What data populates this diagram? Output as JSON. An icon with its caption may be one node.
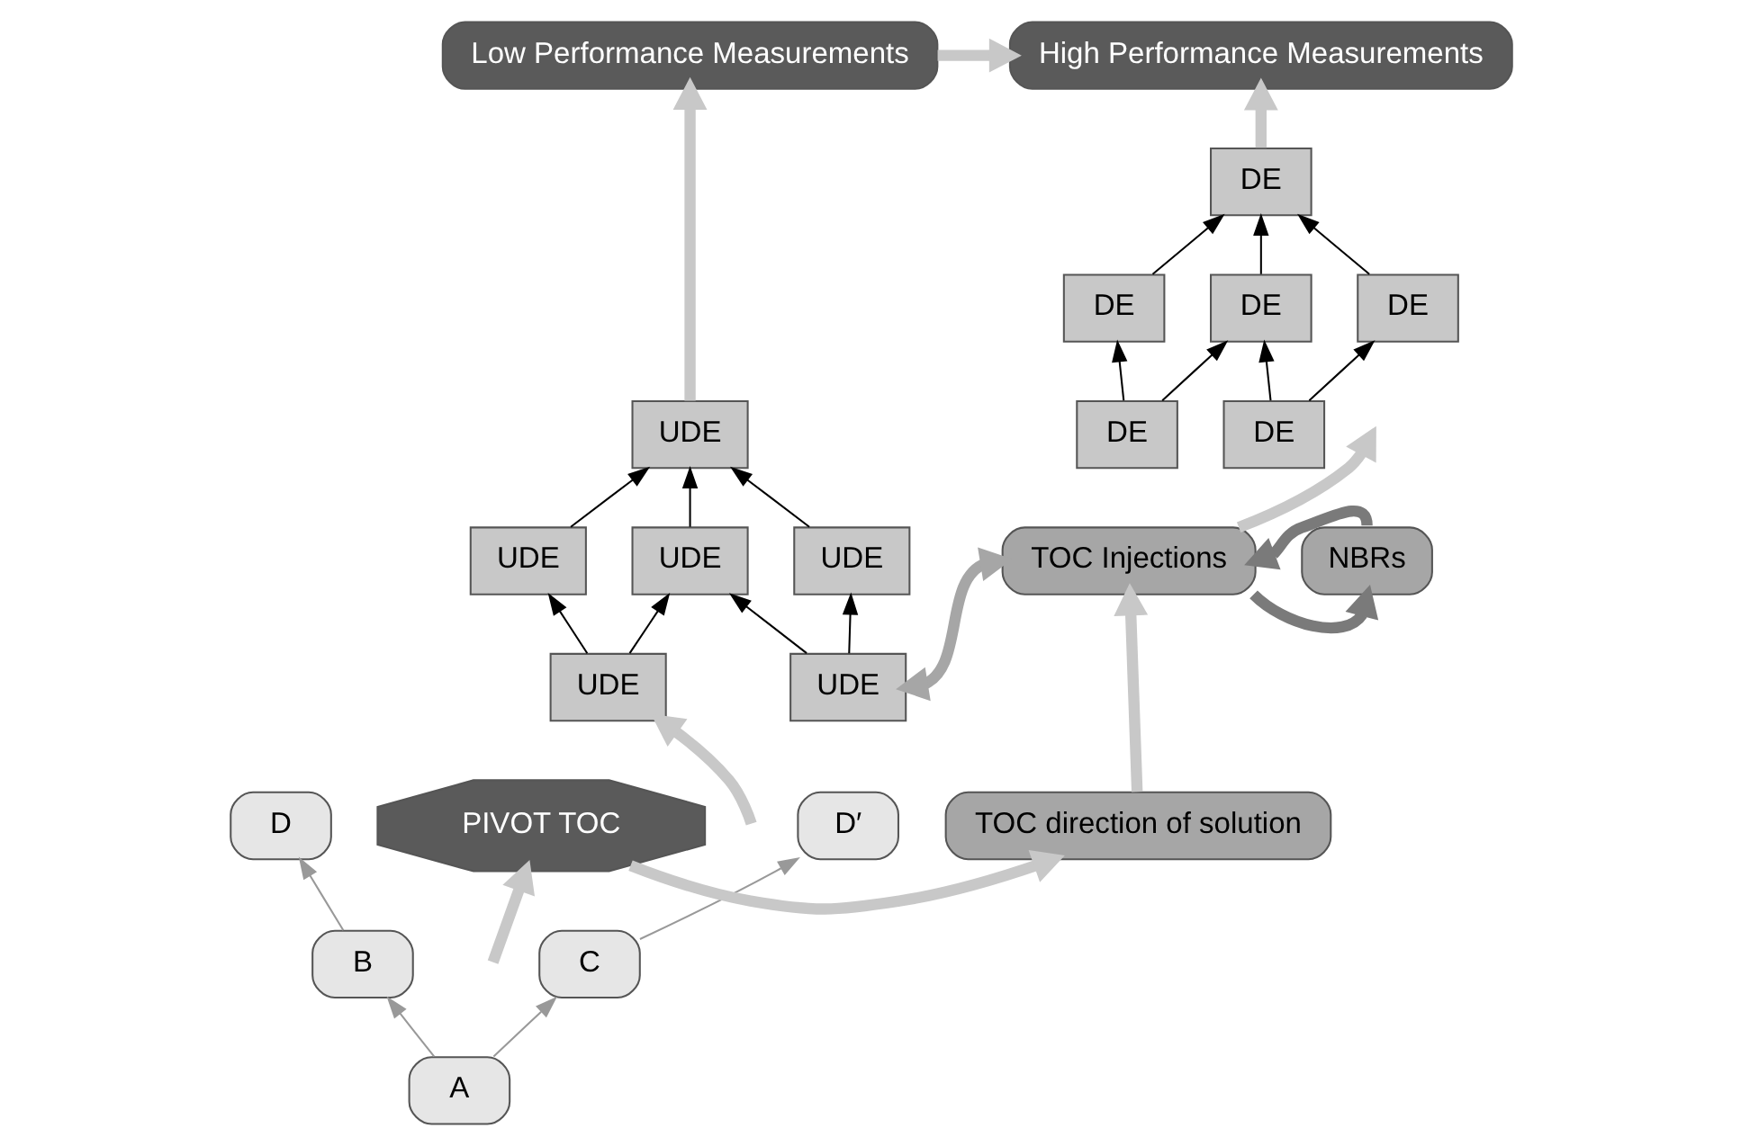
{
  "diagram": {
    "nodes": [
      {
        "text": [
          "Low Performance Measurements"
        ]
      },
      {
        "text": [
          "High Performance Measurements"
        ]
      },
      {
        "text": [
          "UDE"
        ]
      },
      {
        "text": [
          "UDE"
        ]
      },
      {
        "text": [
          "UDE"
        ]
      },
      {
        "text": [
          "UDE"
        ]
      },
      {
        "text": [
          "UDE"
        ]
      },
      {
        "text": [
          "UDE"
        ]
      },
      {
        "text": [
          "DE"
        ]
      },
      {
        "text": [
          "DE"
        ]
      },
      {
        "text": [
          "DE"
        ]
      },
      {
        "text": [
          "DE"
        ]
      },
      {
        "text": [
          "DE"
        ]
      },
      {
        "text": [
          "DE"
        ]
      },
      {
        "text": [
          "NBRs"
        ]
      },
      {
        "text": [
          "TOC Injections"
        ]
      },
      {
        "text": [
          "D"
        ]
      },
      {
        "text": [
          "D′"
        ]
      },
      {
        "text": [
          "B"
        ]
      },
      {
        "text": [
          "C"
        ]
      },
      {
        "text": [
          "A"
        ]
      },
      {
        "text": [
          "PIVOT TOC"
        ]
      },
      {
        "text": [
          "TOC direction of solution"
        ]
      }
    ],
    "edges": [
      {
        "from": 0,
        "to": 1,
        "arrow": "to",
        "style": "thick",
        "color": "#c8c8c8"
      },
      {
        "from": 2,
        "to": 0,
        "arrow": "to",
        "style": "thick",
        "color": "#c8c8c8"
      },
      {
        "from": 8,
        "to": 1,
        "arrow": "to",
        "style": "thick",
        "color": "#c8c8c8"
      },
      {
        "from": 3,
        "to": 2,
        "arrow": "to"
      },
      {
        "from": 4,
        "to": 2,
        "arrow": "to"
      },
      {
        "from": 5,
        "to": 2,
        "arrow": "to"
      },
      {
        "from": 6,
        "to": 3,
        "arrow": "to"
      },
      {
        "from": 6,
        "to": 4,
        "arrow": "to"
      },
      {
        "from": 7,
        "to": 4,
        "arrow": "to"
      },
      {
        "from": 7,
        "to": 5,
        "arrow": "to"
      },
      {
        "from": 9,
        "to": 8,
        "arrow": "to"
      },
      {
        "from": 10,
        "to": 8,
        "arrow": "to"
      },
      {
        "from": 11,
        "to": 8,
        "arrow": "to"
      },
      {
        "from": 12,
        "to": 9,
        "arrow": "to"
      },
      {
        "from": 12,
        "to": 10,
        "arrow": "to"
      },
      {
        "from": 13,
        "to": 10,
        "arrow": "to"
      },
      {
        "from": 13,
        "to": 11,
        "arrow": "to"
      },
      {
        "from": null,
        "to": 6,
        "arrow": "to",
        "style": "thick",
        "color": "#c8c8c8"
      },
      {
        "from": 15,
        "to": null,
        "arrow": "to",
        "style": "thick",
        "color": "#c8c8c8"
      },
      {
        "from": 7,
        "to": 15,
        "arrow": "both",
        "style": "thick",
        "color": "#a6a6a6"
      },
      {
        "from": 15,
        "to": 14,
        "arrow": "to",
        "style": "thick",
        "color": "#7a7a7a"
      },
      {
        "from": 14,
        "to": 15,
        "arrow": "to",
        "style": "thick",
        "color": "#7a7a7a"
      },
      {
        "from": 22,
        "to": 15,
        "arrow": "to",
        "style": "thick",
        "color": "#c8c8c8"
      },
      {
        "from": 21,
        "to": 22,
        "arrow": "to",
        "style": "thick",
        "color": "#c8c8c8"
      },
      {
        "from": null,
        "to": 21,
        "arrow": "to",
        "style": "thick",
        "color": "#c8c8c8"
      },
      {
        "from": 20,
        "to": 18,
        "arrow": "to",
        "color": "#999999"
      },
      {
        "from": 20,
        "to": 19,
        "arrow": "to",
        "color": "#999999"
      },
      {
        "from": 18,
        "to": 16,
        "arrow": "to",
        "color": "#999999"
      },
      {
        "from": 19,
        "to": 17,
        "arrow": "to",
        "color": "#999999"
      }
    ]
  }
}
